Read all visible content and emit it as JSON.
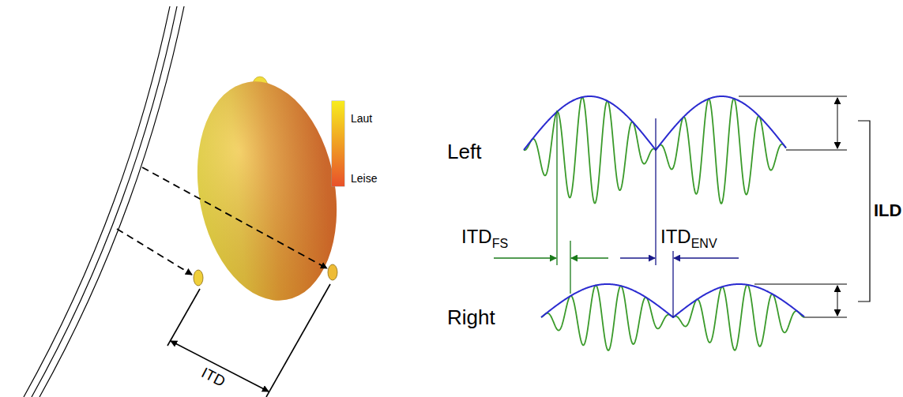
{
  "diagram": {
    "labels": [
      "ITD",
      "Left",
      "Right",
      "ITD",
      "FS",
      "ITD",
      "ENV",
      "ILD"
    ],
    "legend": [
      {
        "text": "Laut",
        "color": "#f7ec1e"
      },
      {
        "text": "Leise",
        "color": "#e8512a"
      }
    ]
  }
}
